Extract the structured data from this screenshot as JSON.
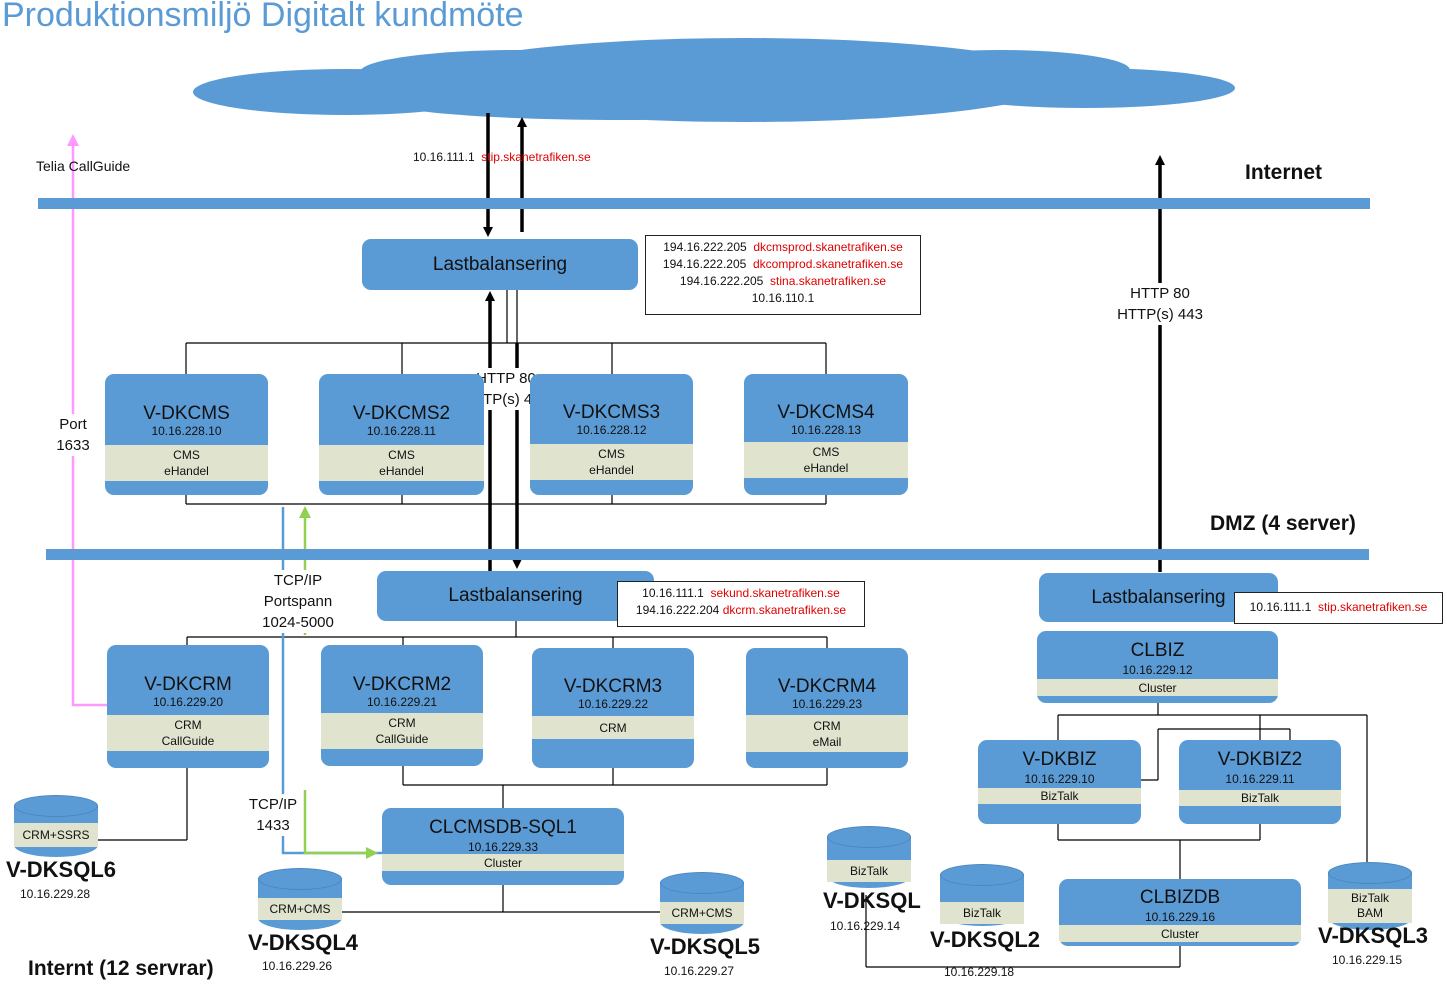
{
  "title": "Produktionsmiljö Digitalt kundmöte",
  "zones": {
    "internet": "Internet",
    "dmz": "DMZ (4 server)",
    "internal": "Internt (12 servrar)"
  },
  "colors": {
    "accent": "#5b9bd5",
    "role_band": "#e0e3ce",
    "host_red": "#e00000",
    "pink_link": "#ff99ff",
    "green_link": "#92d050"
  },
  "top_link": {
    "ip": "10.16.111.1",
    "host": "stip.skanetrafiken.se"
  },
  "telia": "Telia CallGuide",
  "port_label": [
    "Port",
    "1633"
  ],
  "lb_top": {
    "label": "Lastbalansering",
    "annotation": [
      {
        "ip": "194.16.222.205",
        "host": "dkcmsprod.skanetrafiken.se"
      },
      {
        "ip": "194.16.222.205",
        "host": "dkcomprod.skanetrafiken.se"
      },
      {
        "ip": "194.16.222.205",
        "host": "stina.skanetrafiken.se"
      },
      {
        "ip": "10.16.110.1",
        "host": ""
      }
    ]
  },
  "http_mid": [
    "HTTP 80",
    "HTTP(s) 443"
  ],
  "http_right": [
    "HTTP 80",
    "HTTP(s) 443"
  ],
  "dmz_servers": [
    {
      "name": "V-DKCMS",
      "ip": "10.16.228.10",
      "roles": [
        "CMS",
        "eHandel"
      ]
    },
    {
      "name": "V-DKCMS2",
      "ip": "10.16.228.11",
      "roles": [
        "CMS",
        "eHandel"
      ]
    },
    {
      "name": "V-DKCMS3",
      "ip": "10.16.228.12",
      "roles": [
        "CMS",
        "eHandel"
      ]
    },
    {
      "name": "V-DKCMS4",
      "ip": "10.16.228.13",
      "roles": [
        "CMS",
        "eHandel"
      ]
    }
  ],
  "lb_mid": {
    "label": "Lastbalansering",
    "annotation": [
      {
        "ip": "10.16.111.1",
        "host": "sekund.skanetrafiken.se"
      },
      {
        "ip": "194.16.222.204",
        "host": "dkcrm.skanetrafiken.se"
      }
    ]
  },
  "tcp_ports": [
    "TCP/IP",
    "Portspann",
    "1024-5000"
  ],
  "tcp_1433": [
    "TCP/IP",
    "1433"
  ],
  "crm_servers": [
    {
      "name": "V-DKCRM",
      "ip": "10.16.229.20",
      "roles": [
        "CRM",
        "CallGuide"
      ]
    },
    {
      "name": "V-DKCRM2",
      "ip": "10.16.229.21",
      "roles": [
        "CRM",
        "CallGuide"
      ]
    },
    {
      "name": "V-DKCRM3",
      "ip": "10.16.229.22",
      "roles": [
        "CRM"
      ]
    },
    {
      "name": "V-DKCRM4",
      "ip": "10.16.229.23",
      "roles": [
        "CRM",
        "eMail"
      ]
    }
  ],
  "sql_cluster": {
    "name": "CLCMSDB-SQL1",
    "ip": "10.16.229.33",
    "role": "Cluster"
  },
  "lb_right": {
    "label": "Lastbalansering",
    "annotation": [
      {
        "ip": "10.16.111.1",
        "host": "stip.skanetrafiken.se"
      }
    ]
  },
  "clbiz": {
    "name": "CLBIZ",
    "ip": "10.16.229.12",
    "role": "Cluster"
  },
  "biz_servers": [
    {
      "name": "V-DKBIZ",
      "ip": "10.16.229.10",
      "role": "BizTalk"
    },
    {
      "name": "V-DKBIZ2",
      "ip": "10.16.229.11",
      "role": "BizTalk"
    }
  ],
  "clbizdb": {
    "name": "CLBIZDB",
    "ip": "10.16.229.16",
    "role": "Cluster"
  },
  "databases": [
    {
      "name": "V-DKSQL6",
      "ip": "10.16.229.28",
      "roles": [
        "CRM+SSRS"
      ]
    },
    {
      "name": "V-DKSQL4",
      "ip": "10.16.229.26",
      "roles": [
        "CRM+CMS"
      ]
    },
    {
      "name": "V-DKSQL5",
      "ip": "10.16.229.27",
      "roles": [
        "CRM+CMS"
      ]
    },
    {
      "name": "V-DKSQL",
      "ip": "10.16.229.14",
      "roles": [
        "BizTalk"
      ]
    },
    {
      "name": "V-DKSQL2",
      "ip": "10.16.229.18",
      "roles": [
        "BizTalk"
      ]
    },
    {
      "name": "V-DKSQL3",
      "ip": "10.16.229.15",
      "roles": [
        "BizTalk",
        "BAM"
      ]
    }
  ]
}
